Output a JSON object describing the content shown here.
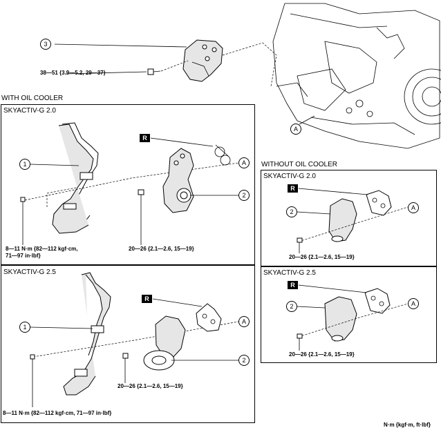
{
  "section_with_oil_cooler": "WITH OIL COOLER",
  "section_without_oil_cooler": "WITHOUT OIL COOLER",
  "panel_20_left": "SKYACTIV-G 2.0",
  "panel_25_left": "SKYACTIV-G 2.5",
  "panel_20_right": "SKYACTIV-G 2.0",
  "panel_25_right": "SKYACTIV-G 2.5",
  "callout_1": "1",
  "callout_2": "2",
  "callout_3": "3",
  "callout_A": "A",
  "replace_tag": "R",
  "torque_bracket": "38—51 {3.9—5.2, 29—37}",
  "torque_20_left_line1": "8—11 N·m {82—112 kgf·cm,",
  "torque_20_left_line2": "71—97 in·lbf}",
  "torque_20_left_bolt": "20—26 {2.1—2.6, 15—19}",
  "torque_25_left_pipe": "8—11 N·m {82—112 kgf·cm, 71—97 in·lbf}",
  "torque_25_left_bolt": "20—26 {2.1—2.6, 15—19}",
  "torque_20_right_bolt": "20—26 {2.1—2.6, 15—19}",
  "torque_25_right_bolt": "20—26 {2.1—2.6, 15—19}",
  "units_note": "N·m {kgf·m, ft·lbf}"
}
